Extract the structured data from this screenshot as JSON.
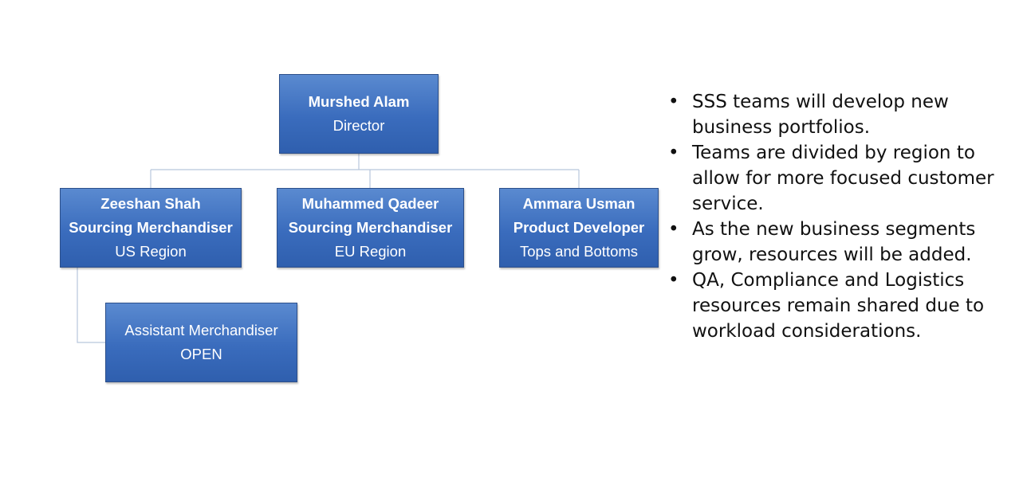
{
  "org_chart": {
    "director": {
      "name": "Murshed Alam",
      "title": "Director"
    },
    "reports": [
      {
        "name": "Zeeshan Shah",
        "title": "Sourcing Merchandiser",
        "region": "US Region"
      },
      {
        "name": "Muhammed Qadeer",
        "title": "Sourcing Merchandiser",
        "region": "EU Region"
      },
      {
        "name": "Ammara Usman",
        "title": "Product Developer",
        "region": "Tops and Bottoms"
      }
    ],
    "assistant": {
      "title": "Assistant Merchandiser",
      "status": "OPEN"
    }
  },
  "bullets": [
    "SSS teams will develop new business portfolios.",
    "Teams are divided by region to allow for more focused customer service.",
    "As the new business segments grow, resources will be added.",
    "QA, Compliance and Logistics resources remain shared due to workload considerations."
  ],
  "colors": {
    "box_fill": "#3a6cbd",
    "box_border": "#2c4f8a",
    "connector": "#b8c6dc",
    "text": "#111111"
  }
}
